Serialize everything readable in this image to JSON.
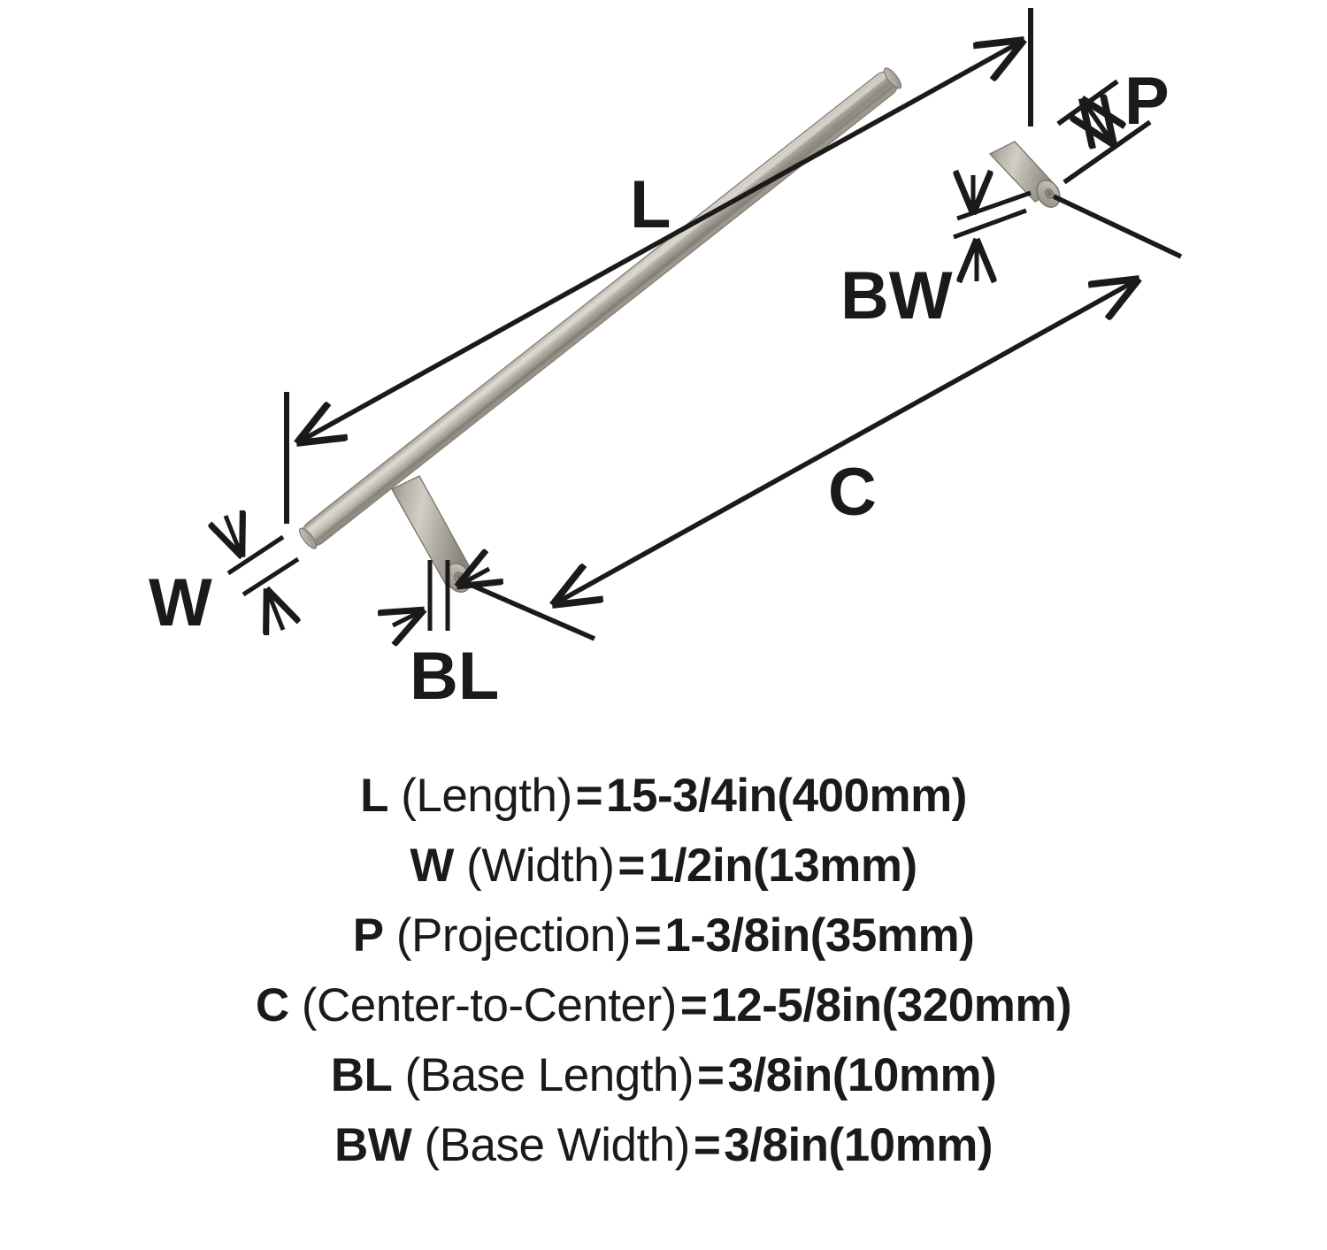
{
  "product": {
    "type": "cabinet-bar-pull-dimension-diagram",
    "finish_color": "#b3aea4"
  },
  "diagram": {
    "labels": {
      "length": "L",
      "width": "W",
      "projection": "P",
      "center_to_center": "C",
      "base_length": "BL",
      "base_width": "BW"
    }
  },
  "legend": {
    "rows": [
      {
        "code": "L",
        "name": "(Length)",
        "eq": "=",
        "value": "15-3/4in(400mm)"
      },
      {
        "code": "W",
        "name": "(Width)",
        "eq": "=",
        "value": "1/2in(13mm)"
      },
      {
        "code": "P",
        "name": "(Projection)",
        "eq": "=",
        "value": "1-3/8in(35mm)"
      },
      {
        "code": "C",
        "name": "(Center-to-Center)",
        "eq": "=",
        "value": "12-5/8in(320mm)"
      },
      {
        "code": "BL",
        "name": "(Base Length)",
        "eq": "=",
        "value": "3/8in(10mm)"
      },
      {
        "code": "BW",
        "name": "(Base Width)",
        "eq": "=",
        "value": "3/8in(10mm)"
      }
    ]
  }
}
